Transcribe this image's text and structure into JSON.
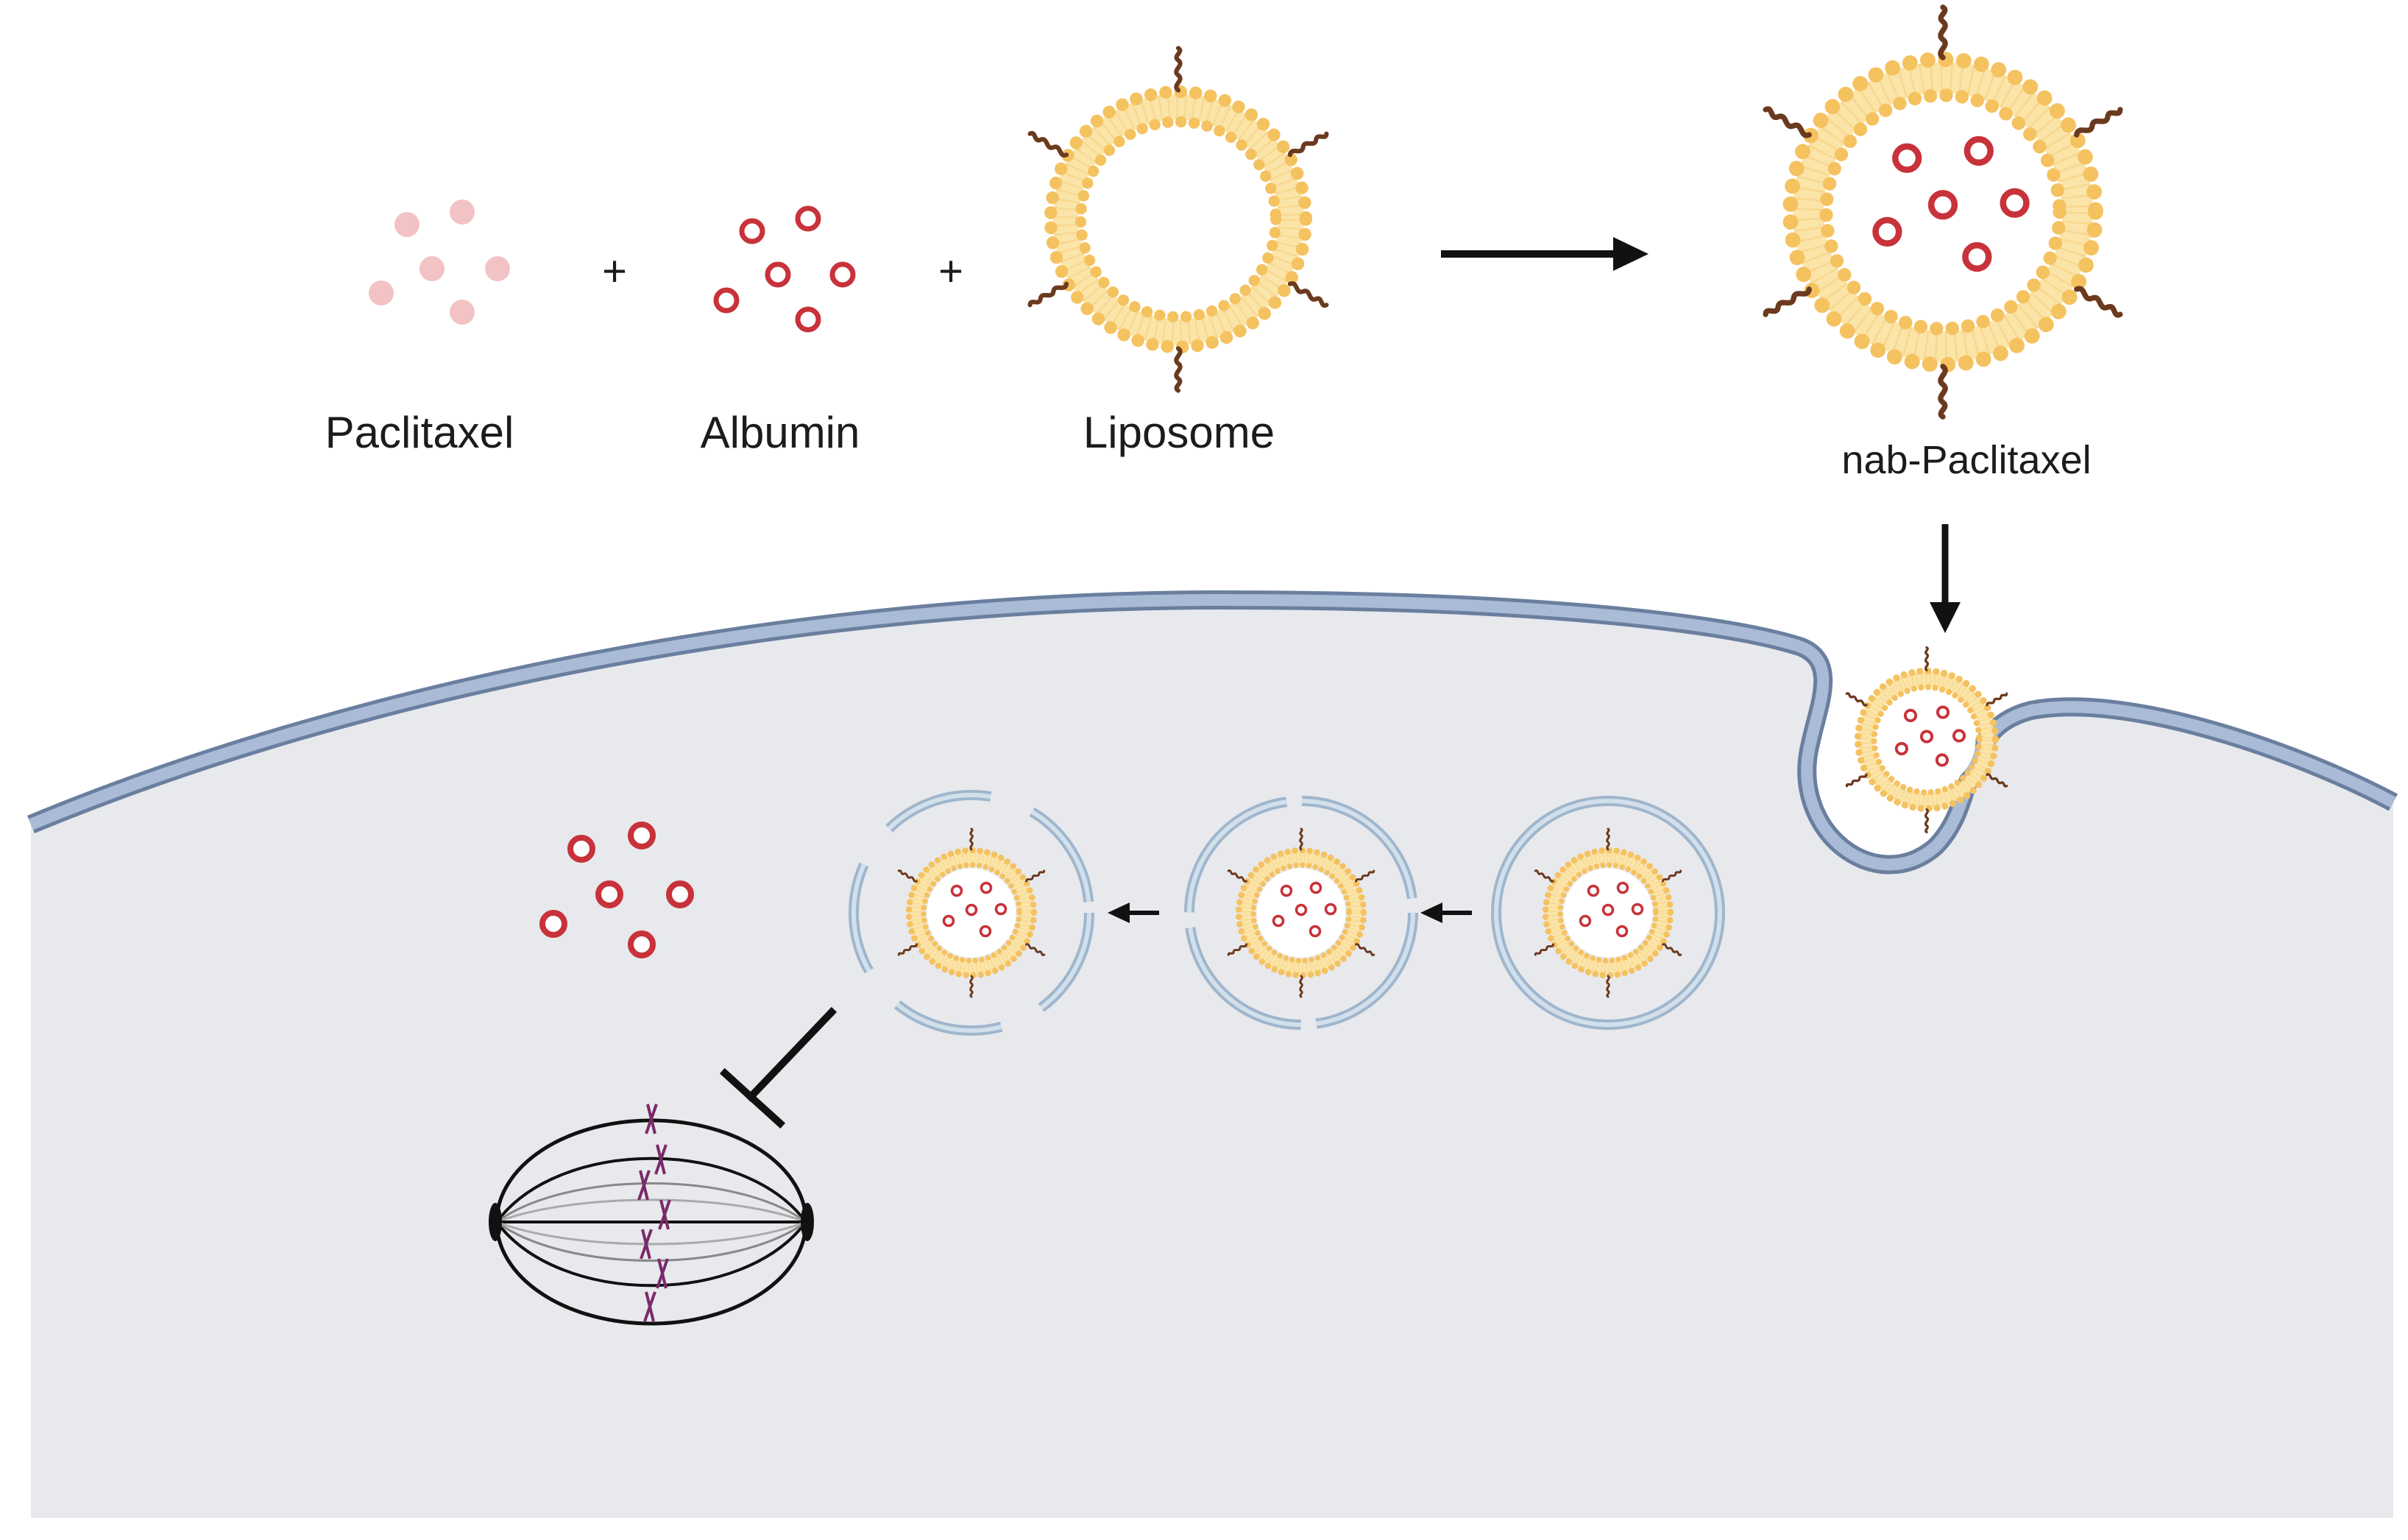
{
  "labels": {
    "paclitaxel": "Paclitaxel",
    "albumin": "Albumin",
    "liposome": "Liposome",
    "nab_paclitaxel": "nab-Paclitaxel",
    "plus": "+"
  },
  "colors": {
    "paclitaxel_dot": "#f3c2c4",
    "albumin_ring": "#c8323a",
    "lipid_head": "#f5c260",
    "lipid_tail": "#fbe4a8",
    "peg_chain": "#6b3a1e",
    "cell_cytoplasm": "#e8e9ed",
    "cell_membrane": "#9fb2cf",
    "membrane_edge": "#6a7f9f",
    "endosome": "#b9cde0",
    "arrow": "#111111",
    "spindle": "#111111",
    "chromosome": "#7a2a6a"
  },
  "icons": {
    "process_arrow": "right-arrow-icon",
    "uptake_arrow": "down-arrow-icon",
    "inhibition": "inhibition-t-bar-icon",
    "spindle": "mitotic-spindle-icon"
  }
}
